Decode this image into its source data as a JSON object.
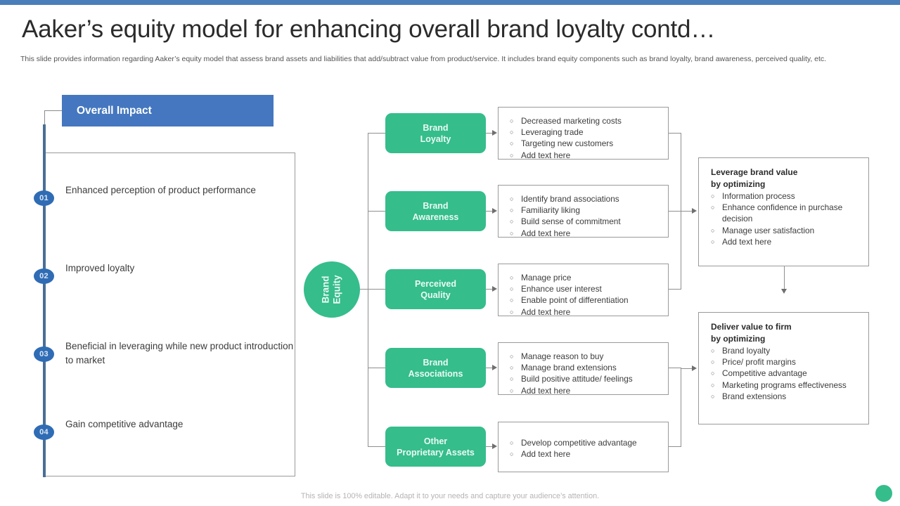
{
  "theme": {
    "accent_blue": "#4a7ebb",
    "header_blue": "#4477bf",
    "badge_blue": "#2f6cb5",
    "green": "#35bd8c",
    "spine_blue": "#4a6f96",
    "border_gray": "#9a9a9a"
  },
  "header": {
    "title": "Aaker’s equity model for enhancing overall brand loyalty contd…",
    "subtitle": "This slide provides information regarding Aaker’s equity model that assess brand assets and liabilities that add/subtract value from product/service. It includes brand equity components such as brand loyalty, brand awareness, perceived quality, etc."
  },
  "overall_impact": {
    "header_label": "Overall Impact",
    "items": [
      {
        "number": "01",
        "text": "Enhanced perception of product performance"
      },
      {
        "number": "02",
        "text": "Improved loyalty"
      },
      {
        "number": "03",
        "text": "Beneficial in leveraging while new product introduction to market"
      },
      {
        "number": "04",
        "text": "Gain competitive advantage"
      }
    ]
  },
  "hub": {
    "label": "Brand\nEquity"
  },
  "branches": [
    {
      "pill_label": "Brand\nLoyalty",
      "bullet_mark": "○",
      "bullets": [
        "Decreased marketing costs",
        "Leveraging trade",
        "Targeting new customers",
        "Add text here"
      ]
    },
    {
      "pill_label": "Brand\nAwareness",
      "bullet_mark": "○",
      "bullets": [
        "Identify brand associations",
        "Familiarity liking",
        "Build sense of commitment",
        "Add text here"
      ]
    },
    {
      "pill_label": "Perceived\nQuality",
      "bullet_mark": "○",
      "bullets": [
        "Manage price",
        "Enhance user interest",
        "Enable point of differentiation",
        "Add text here"
      ]
    },
    {
      "pill_label": "Brand\nAssociations",
      "bullet_mark": "○",
      "bullets": [
        "Manage reason to buy",
        "Manage brand extensions",
        "Build positive attitude/ feelings",
        "Add text here"
      ]
    },
    {
      "pill_label": "Other\nProprietary Assets",
      "bullet_mark": "○",
      "bullets": [
        "Develop competitive advantage",
        "Add text here"
      ]
    }
  ],
  "outcomes": [
    {
      "title": "Leverage brand value\nby optimizing",
      "bullet_mark": "○",
      "bullets": [
        "Information process",
        "Enhance confidence in purchase decision",
        "Manage user satisfaction",
        "Add text here"
      ]
    },
    {
      "title": "Deliver value to firm\nby optimizing",
      "bullet_mark": "○",
      "bullets": [
        "Brand loyalty",
        "Price/ profit margins",
        "Competitive advantage",
        "Marketing programs effectiveness",
        "Brand extensions"
      ]
    }
  ],
  "footer": {
    "note": "This slide is 100% editable. Adapt it to your needs and capture your audience’s attention."
  }
}
